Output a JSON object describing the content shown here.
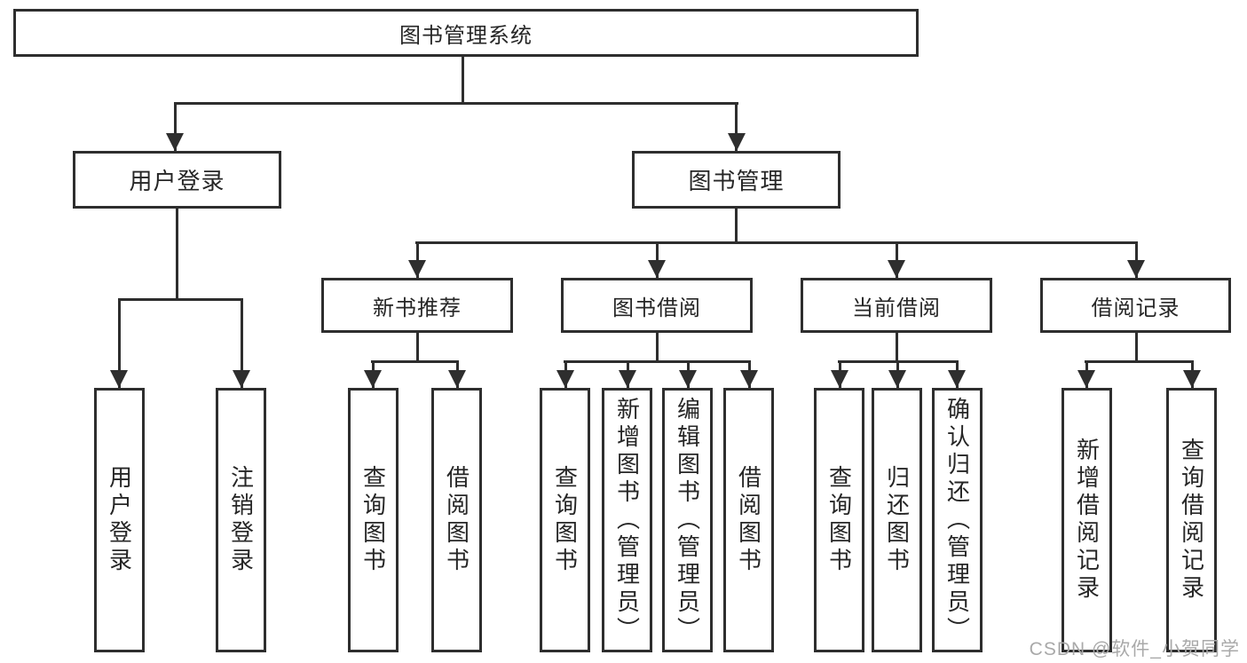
{
  "tree": {
    "root": {
      "label": "图书管理系统"
    },
    "level2": [
      {
        "label": "用户登录",
        "leaves": [
          {
            "label": "用户登录"
          },
          {
            "label": "注销登录"
          }
        ]
      },
      {
        "label": "图书管理",
        "groups": [
          {
            "label": "新书推荐",
            "leaves": [
              {
                "label": "查询图书"
              },
              {
                "label": "借阅图书"
              }
            ]
          },
          {
            "label": "图书借阅",
            "leaves": [
              {
                "label": "查询图书"
              },
              {
                "label": "新增图书（管理员）"
              },
              {
                "label": "编辑图书（管理员）"
              },
              {
                "label": "借阅图书"
              }
            ]
          },
          {
            "label": "当前借阅",
            "leaves": [
              {
                "label": "查询图书"
              },
              {
                "label": "归还图书"
              },
              {
                "label": "确认归还（管理员）"
              }
            ]
          },
          {
            "label": "借阅记录",
            "leaves": [
              {
                "label": "新增借阅记录"
              },
              {
                "label": "查询借阅记录"
              }
            ]
          }
        ]
      }
    ]
  },
  "watermark": {
    "text": "CSDN @软件_小贺同学"
  },
  "colors": {
    "line": "#2e2e2e",
    "box_border": "#2e2e2e",
    "text": "#262626",
    "watermark": "#a9a9a9",
    "background": "#ffffff"
  }
}
